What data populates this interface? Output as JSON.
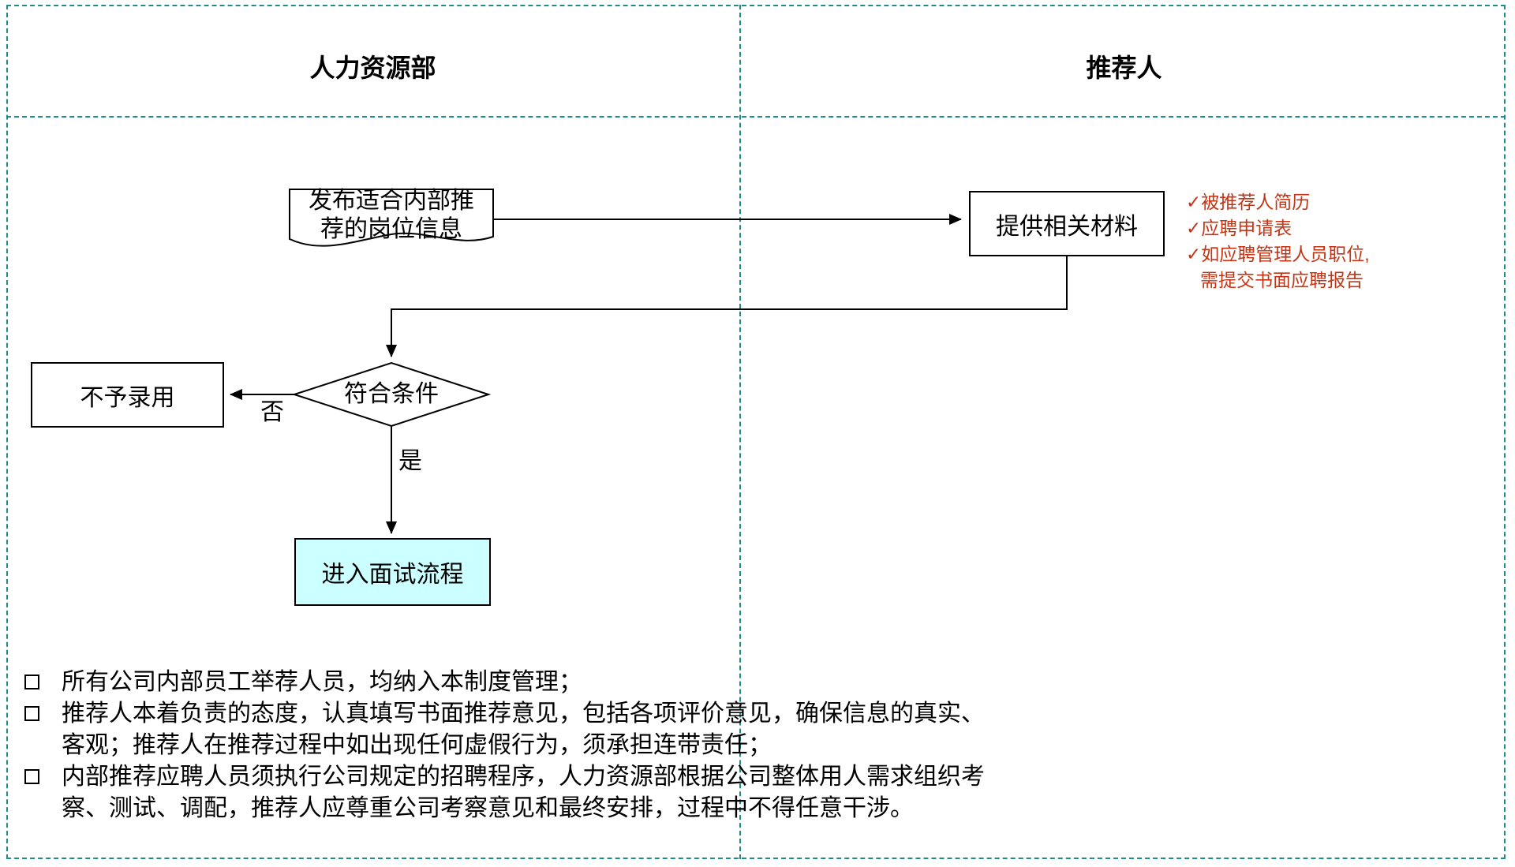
{
  "lanes": {
    "left": "人力资源部",
    "right": "推荐人"
  },
  "flow": {
    "publish_info": "发布适合内部推荐的岗位信息",
    "provide_materials": "提供相关材料",
    "decision": "符合条件",
    "no_label": "否",
    "yes_label": "是",
    "reject": "不予录用",
    "interview": "进入面试流程"
  },
  "checklist": {
    "lines": [
      "✓被推荐人简历",
      "✓应聘申请表",
      "✓如应聘管理人员职位,",
      "需提交书面应聘报告"
    ]
  },
  "notes": {
    "items": [
      "所有公司内部员工举荐人员，均纳入本制度管理；",
      "推荐人本着负责的态度，认真填写书面推荐意见，包括各项评价意见，确保信息的真实、客观；推荐人在推荐过程中如出现任何虚假行为，须承担连带责任；",
      "内部推荐应聘人员须执行公司规定的招聘程序，人力资源部根据公司整体用人需求组织考察、测试、调配，推荐人应尊重公司考察意见和最终安排，过程中不得任意干涉。"
    ]
  },
  "colors": {
    "frame_teal": "#1F8C8C",
    "highlight_cyan": "#CCFFFF",
    "checklist_red": "#C23616",
    "line_black": "#000000"
  }
}
